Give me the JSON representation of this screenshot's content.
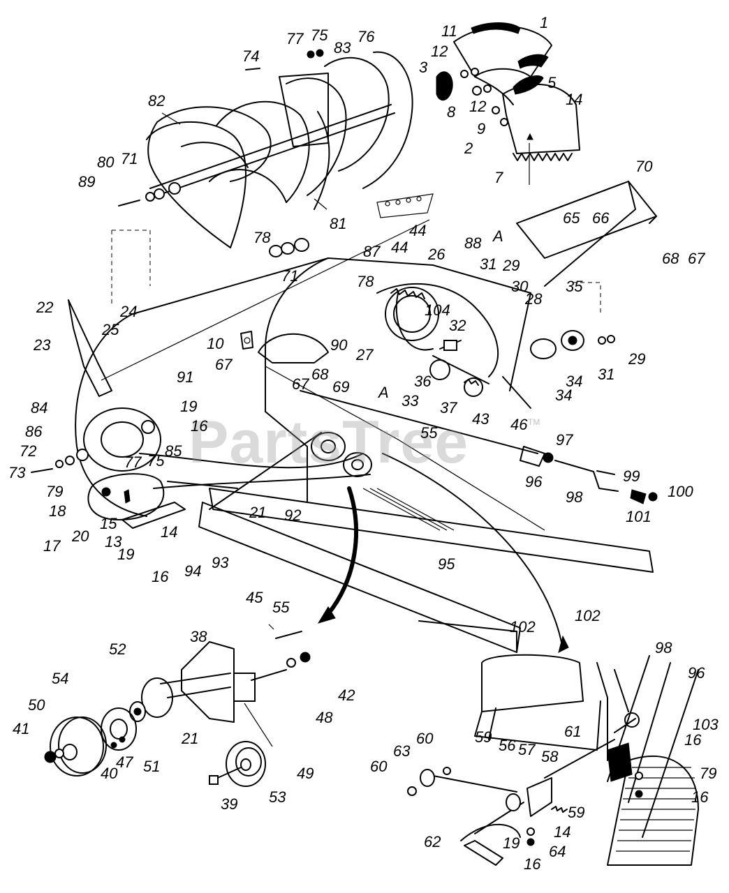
{
  "watermark": "PartsTree",
  "trademark": "TM",
  "labels": {
    "l1": "1",
    "l2": "2",
    "l3": "3",
    "l5": "5",
    "l7": "7",
    "l8": "8",
    "l9": "9",
    "l11": "11",
    "l12a": "12",
    "l12b": "12",
    "l14a": "14",
    "l74": "74",
    "l77a": "77",
    "l75a": "75",
    "l83": "83",
    "l76": "76",
    "l82": "82",
    "l80": "80",
    "l71a": "71",
    "l89": "89",
    "l81": "81",
    "l44a": "44",
    "l78a": "78",
    "l71b": "71",
    "l70": "70",
    "l65": "65",
    "l66": "66",
    "l68a": "68",
    "l67a": "67",
    "lA1": "A",
    "l87": "87",
    "l44b": "44",
    "l26": "26",
    "l88": "88",
    "l31a": "31",
    "l29a": "29",
    "l30": "30",
    "l28": "28",
    "l35": "35",
    "l78b": "78",
    "l104": "104",
    "l32": "32",
    "l22": "22",
    "l24": "24",
    "l25": "25",
    "l23": "23",
    "l10": "10",
    "l90": "90",
    "l27": "27",
    "l67b": "67",
    "l91": "91",
    "lA2": "A",
    "l68b": "68",
    "l67c": "67",
    "l69": "69",
    "l36": "36",
    "l33": "33",
    "l37": "37",
    "l43": "43",
    "l46": "46",
    "l34a": "34",
    "l34b": "34",
    "l31b": "31",
    "l29b": "29",
    "l19a": "19",
    "l16a": "16",
    "l55a": "55",
    "l84": "84",
    "l86": "86",
    "l72": "72",
    "l73": "73",
    "l79a": "79",
    "l85": "85",
    "l77b": "77",
    "l75b": "75",
    "l97": "97",
    "l96a": "96",
    "l99": "99",
    "l98a": "98",
    "l100": "100",
    "l101": "101",
    "l18": "18",
    "l15": "15",
    "l17": "17",
    "l20": "20",
    "l13": "13",
    "l19b": "19",
    "l16b": "16",
    "l14b": "14",
    "l21a": "21",
    "l92": "92",
    "l94": "94",
    "l93": "93",
    "l95": "95",
    "l102a": "102",
    "l45": "45",
    "l55b": "55",
    "l102b": "102",
    "l38": "38",
    "l52": "52",
    "l54": "54",
    "l50": "50",
    "l41": "41",
    "l40": "40",
    "l47": "47",
    "l51": "51",
    "l21b": "21",
    "l48": "48",
    "l42": "42",
    "l49": "49",
    "l53": "53",
    "l39": "39",
    "l98b": "98",
    "l96b": "96",
    "l103": "103",
    "l16c": "16",
    "l61": "61",
    "l79b": "79",
    "l16d": "16",
    "l60a": "60",
    "l63": "63",
    "l60b": "60",
    "l59a": "59",
    "l56": "56",
    "l57": "57",
    "l58": "58",
    "l59b": "59",
    "l14c": "14",
    "l62": "62",
    "l19c": "19",
    "l64": "64",
    "l16e": "16"
  }
}
